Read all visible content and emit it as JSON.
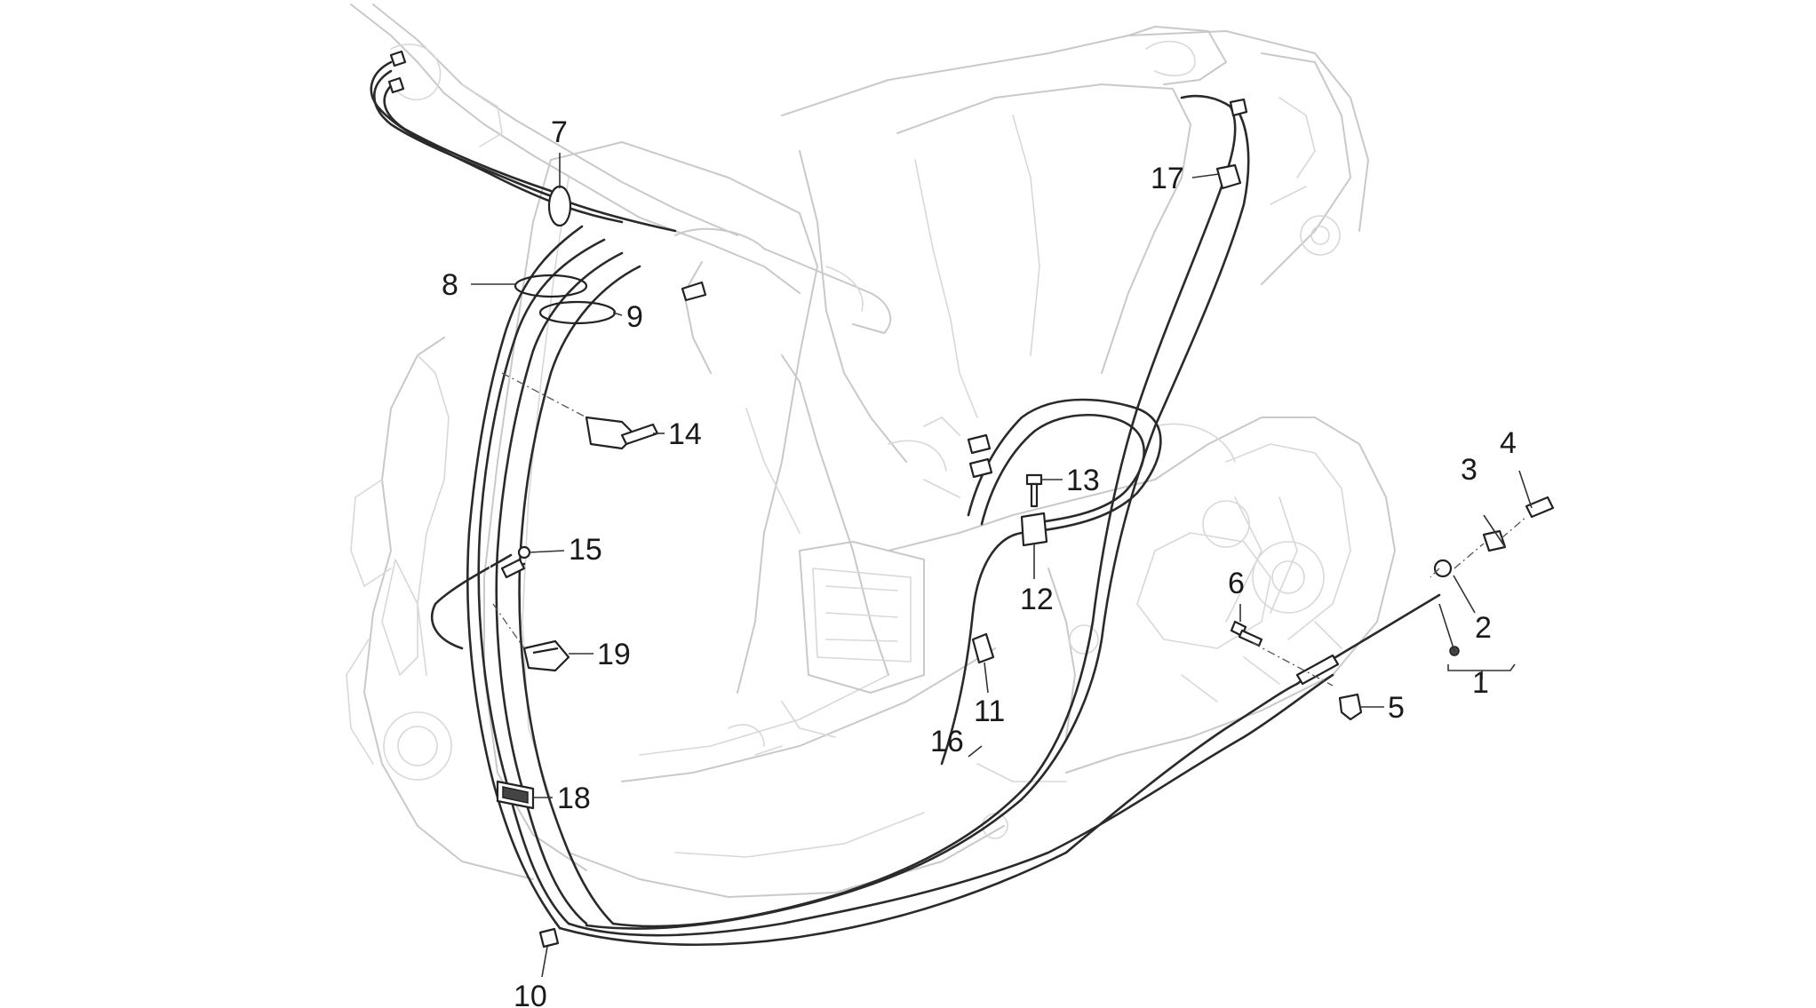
{
  "diagram": {
    "colors": {
      "frame": "#c9c9c9",
      "cable": "#2a2a2a",
      "label": "#1a1a1a",
      "background": "#ffffff"
    },
    "callouts": [
      {
        "id": "1",
        "text": "1"
      },
      {
        "id": "2",
        "text": "2"
      },
      {
        "id": "3",
        "text": "3"
      },
      {
        "id": "4",
        "text": "4"
      },
      {
        "id": "5",
        "text": "5"
      },
      {
        "id": "6",
        "text": "6"
      },
      {
        "id": "7",
        "text": "7"
      },
      {
        "id": "8",
        "text": "8"
      },
      {
        "id": "9",
        "text": "9"
      },
      {
        "id": "10",
        "text": "10"
      },
      {
        "id": "11",
        "text": "11"
      },
      {
        "id": "12",
        "text": "12"
      },
      {
        "id": "13",
        "text": "13"
      },
      {
        "id": "14",
        "text": "14"
      },
      {
        "id": "15",
        "text": "15"
      },
      {
        "id": "16",
        "text": "16"
      },
      {
        "id": "17",
        "text": "17"
      },
      {
        "id": "18",
        "text": "18"
      },
      {
        "id": "19",
        "text": "19"
      }
    ]
  }
}
